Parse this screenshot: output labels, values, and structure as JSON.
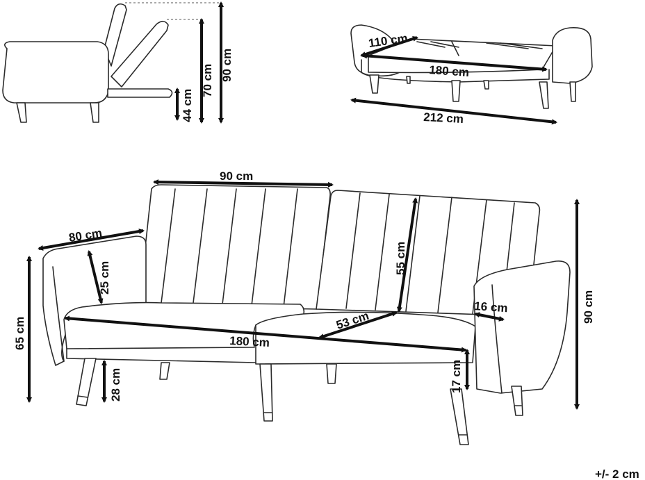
{
  "colors": {
    "line": "#2b2b2b",
    "dimension": "#111111",
    "background": "#ffffff"
  },
  "side_view": {
    "height_seat": "44 cm",
    "height_back": "70 cm",
    "height_total": "90 cm"
  },
  "bed_view": {
    "depth": "110 cm",
    "length": "180 cm",
    "total_width": "212 cm"
  },
  "front_view": {
    "backrest_width": "90 cm",
    "arm_depth": "80 cm",
    "arm_height_above_seat": "25 cm",
    "backrest_height": "55 cm",
    "seat_depth": "53 cm",
    "arm_width": "16 cm",
    "seat_width": "180 cm",
    "seat_height": "65 cm",
    "leg_height": "28 cm",
    "cushion_thickness": "17 cm",
    "total_height": "90 cm"
  },
  "tolerance": "+/- 2 cm"
}
